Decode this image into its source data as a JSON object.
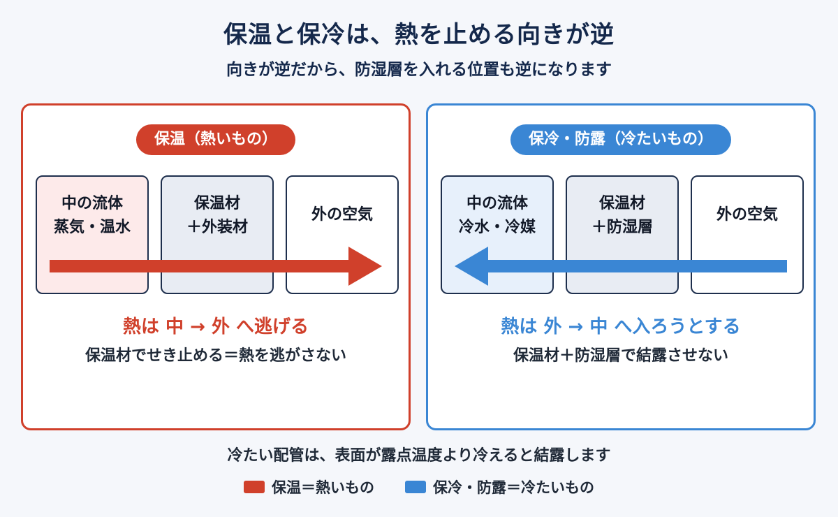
{
  "title": "保温と保冷は、熱を止める向きが逆",
  "subtitle": "向きが逆だから、防湿層を入れる位置も逆になります",
  "colors": {
    "hot": "#d0402b",
    "cold": "#3a86d4",
    "navy": "#1e2f4d"
  },
  "hot_panel": {
    "label": "保温（熱いもの）",
    "box1_title": "中の流体",
    "box1_sub": "蒸気・温水",
    "box2_title": "保温材",
    "box2_sub": "＋外装材",
    "box3_title": "外の空気",
    "arrow_direction": "right",
    "flow_text": "熱は 中 → 外 へ逃げる",
    "note": "保温材でせき止める＝熱を逃がさない"
  },
  "cold_panel": {
    "label": "保冷・防露（冷たいもの）",
    "box1_title": "中の流体",
    "box1_sub": "冷水・冷媒",
    "box2_title": "保温材",
    "box2_sub": "＋防湿層",
    "box3_title": "外の空気",
    "arrow_direction": "left",
    "flow_text": "熱は 外 → 中 へ入ろうとする",
    "note": "保温材＋防湿層で結露させない"
  },
  "footer": "冷たい配管は、表面が露点温度より冷えると結露します",
  "legend": [
    {
      "label": "保温＝熱いもの",
      "color": "#d0402b"
    },
    {
      "label": "保冷・防露＝冷たいもの",
      "color": "#3a86d4"
    }
  ]
}
